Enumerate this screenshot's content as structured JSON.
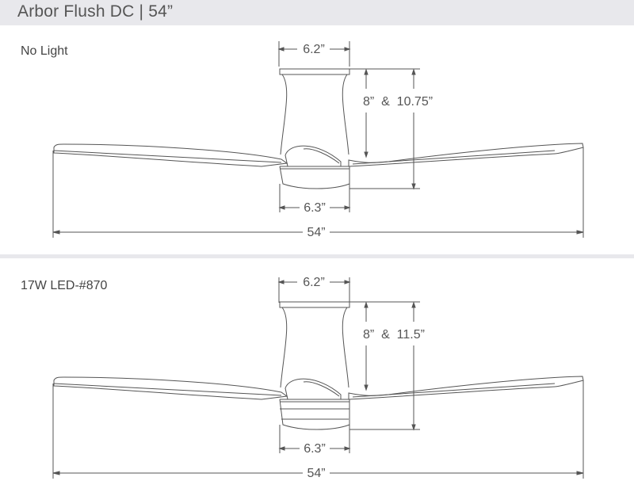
{
  "header": {
    "title": "Arbor Flush DC | 54”"
  },
  "variants": [
    {
      "label": "No Light",
      "dimensions": {
        "canopy_width": "6.2”",
        "height": "8”  &  10.75”",
        "light_width": "6.3”",
        "span": "54”"
      }
    },
    {
      "label": "17W LED-#870",
      "dimensions": {
        "canopy_width": "6.2”",
        "height": "8”  &  11.5”",
        "light_width": "6.3”",
        "span": "54”"
      }
    }
  ],
  "colors": {
    "header_bg": "#e8e8ec",
    "line": "#555555",
    "text": "#555555"
  }
}
